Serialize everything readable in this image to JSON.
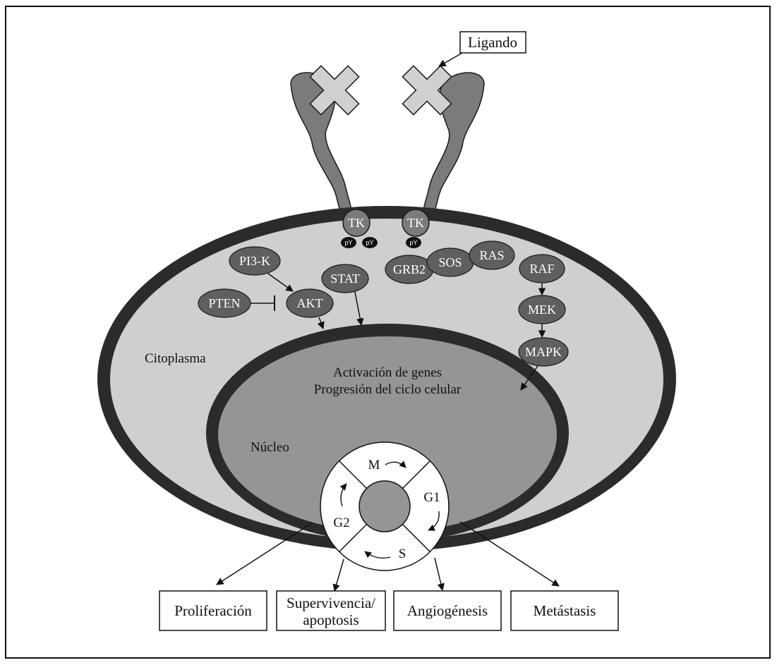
{
  "ligand_label": "Ligando",
  "receptor": {
    "tk_labels": [
      "TK",
      "TK"
    ],
    "phospho_labels": [
      "pY",
      "pY",
      "pY"
    ]
  },
  "compartments": {
    "cytoplasm": "Citoplasma",
    "nucleus": "Núcleo"
  },
  "signaling_nodes": {
    "pi3k": "PI3-K",
    "pten": "PTEN",
    "akt": "AKT",
    "stat": "STAT",
    "grb2": "GRB2",
    "sos": "SOS",
    "ras": "RAS",
    "raf": "RAF",
    "mek": "MEK",
    "mapk": "MAPK"
  },
  "nuclear_effects": {
    "line1": "Activación de genes",
    "line2": "Progresión del ciclo celular"
  },
  "cell_cycle": {
    "m": "M",
    "g1": "G1",
    "s": "S",
    "g2": "G2"
  },
  "outcomes": {
    "proliferation": "Proliferación",
    "survival_line1": "Supervivencia/",
    "survival_line2": "apoptosis",
    "angiogenesis": "Angiogénesis",
    "metastasis": "Metástasis"
  },
  "colors": {
    "membrane": "#2b2b2b",
    "cytoplasm": "#cfcfcf",
    "nucleus": "#959595",
    "receptor": "#7b7b7b",
    "ligand": "#d0d0d0",
    "node": "#5f5f5f"
  }
}
